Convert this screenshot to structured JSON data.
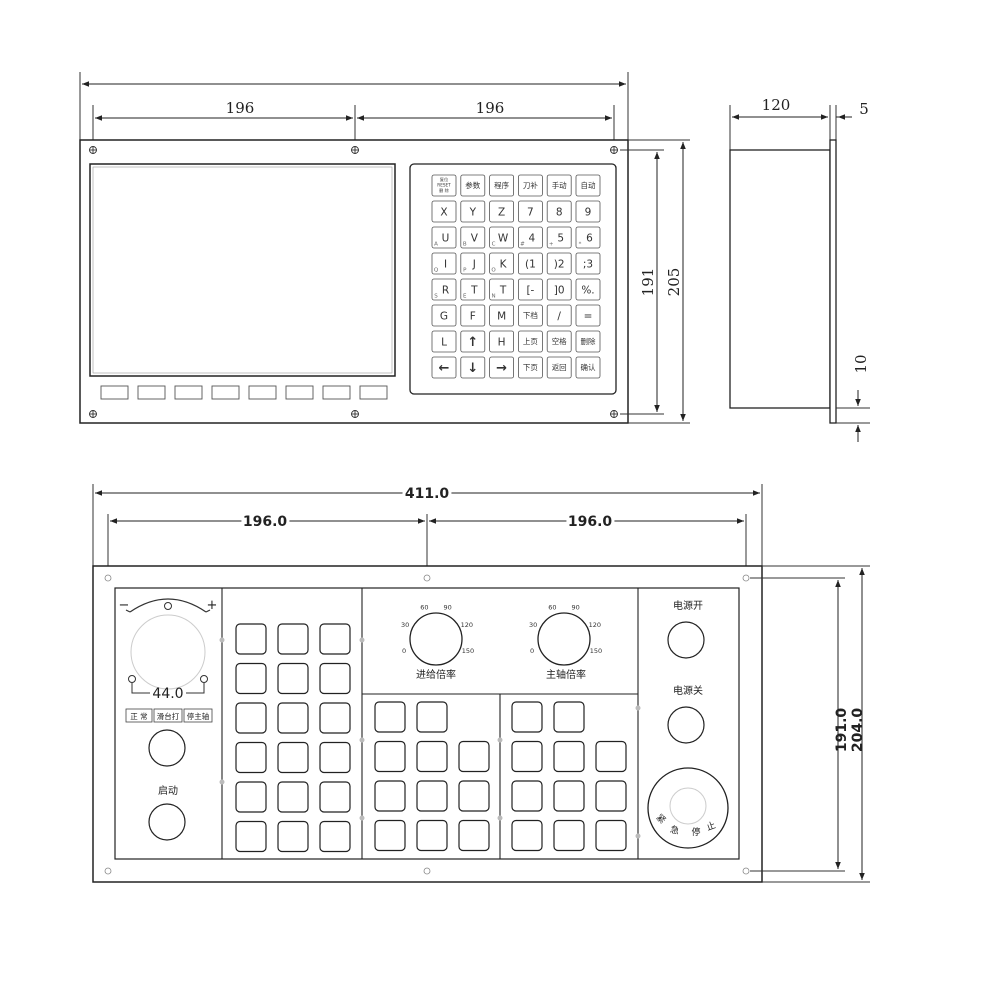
{
  "top_view": {
    "dim_total": "",
    "dim_left": "196",
    "dim_right": "196",
    "dim_height_inner": "191",
    "dim_height_outer": "205",
    "soft_keys_count": 8,
    "keypad": {
      "rows": [
        [
          {
            "main": "",
            "sub": "",
            "special": "mode"
          },
          {
            "main": "参数",
            "sub": ""
          },
          {
            "main": "程序",
            "sub": ""
          },
          {
            "main": "刀补",
            "sub": ""
          },
          {
            "main": "手动",
            "sub": ""
          },
          {
            "main": "自动",
            "sub": ""
          }
        ],
        [
          {
            "main": "X",
            "sub": ""
          },
          {
            "main": "Y",
            "sub": ""
          },
          {
            "main": "Z",
            "sub": ""
          },
          {
            "main": "7",
            "sub": ""
          },
          {
            "main": "8",
            "sub": ""
          },
          {
            "main": "9",
            "sub": ""
          }
        ],
        [
          {
            "main": "U",
            "sub": "A"
          },
          {
            "main": "V",
            "sub": "B"
          },
          {
            "main": "W",
            "sub": "C"
          },
          {
            "main": "4",
            "sub": "#"
          },
          {
            "main": "5",
            "sub": "+"
          },
          {
            "main": "6",
            "sub": "*"
          }
        ],
        [
          {
            "main": "I",
            "sub": "Q"
          },
          {
            "main": "J",
            "sub": "P"
          },
          {
            "main": "K",
            "sub": "O"
          },
          {
            "main": "(1",
            "sub": ""
          },
          {
            "main": ")2",
            "sub": ""
          },
          {
            "main": ";3",
            "sub": ""
          }
        ],
        [
          {
            "main": "R",
            "sub": "S"
          },
          {
            "main": "T",
            "sub": "E"
          },
          {
            "main": "T",
            "sub": "N"
          },
          {
            "main": "[-",
            "sub": ""
          },
          {
            "main": "]0",
            "sub": ""
          },
          {
            "main": "%.",
            "sub": ""
          }
        ],
        [
          {
            "main": "G",
            "sub": ""
          },
          {
            "main": "F",
            "sub": ""
          },
          {
            "main": "M",
            "sub": ""
          },
          {
            "main": "下档",
            "sub": ""
          },
          {
            "main": "/",
            "sub": ""
          },
          {
            "main": "=",
            "sub": ""
          }
        ],
        [
          {
            "main": "L",
            "sub": ""
          },
          {
            "main": "↑",
            "sub": ""
          },
          {
            "main": "H",
            "sub": ""
          },
          {
            "main": "上页",
            "sub": ""
          },
          {
            "main": "空格",
            "sub": ""
          },
          {
            "main": "删除",
            "sub": ""
          }
        ],
        [
          {
            "main": "←",
            "sub": ""
          },
          {
            "main": "↓",
            "sub": ""
          },
          {
            "main": "→",
            "sub": ""
          },
          {
            "main": "下页",
            "sub": ""
          },
          {
            "main": "返回",
            "sub": ""
          },
          {
            "main": "确认",
            "sub": ""
          }
        ]
      ],
      "mode_key_lines": [
        "复位",
        "RESET",
        "删 除"
      ]
    }
  },
  "side_view": {
    "dim_depth": "120",
    "dim_flange": "5",
    "dim_bottom": "10"
  },
  "bottom_view": {
    "dim_total": "411.0",
    "dim_left": "196.0",
    "dim_right": "196.0",
    "dim_height_inner": "191.0",
    "dim_height_outer": "204.0",
    "handwheel": {
      "minus": "−",
      "plus": "+",
      "value": "44.0",
      "tags": [
        "正 常",
        "滑台打",
        "停主轴"
      ],
      "start_label": "启动"
    },
    "feed_knob": {
      "label": "进给倍率",
      "ticks": [
        "0",
        "30",
        "60",
        "90",
        "120",
        "150"
      ]
    },
    "spindle_knob": {
      "label": "主轴倍率",
      "ticks": [
        "0",
        "30",
        "60",
        "90",
        "120",
        "150"
      ]
    },
    "power_on": "电源开",
    "power_off": "电源关",
    "estop": [
      "紧",
      "急",
      "停",
      "止"
    ]
  }
}
